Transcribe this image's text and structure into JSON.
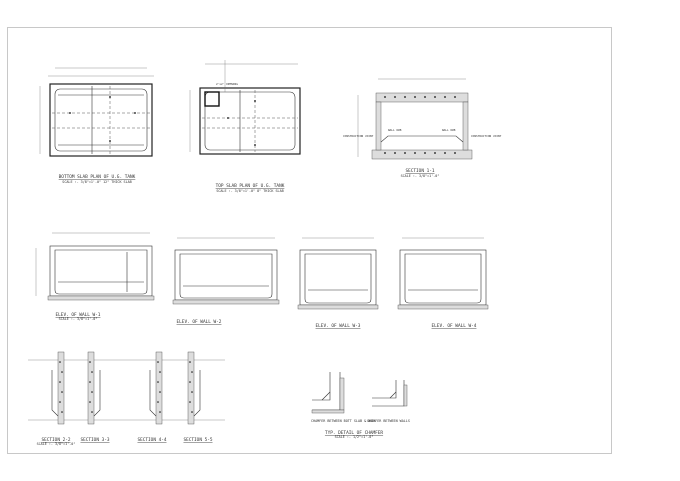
{
  "drawing": {
    "bottom_slab": {
      "title": "BOTTOM SLAB PLAN OF U.G. TANK",
      "scale": "SCALE :- 3/8\"=1'-0\"   12\" THICK SLAB"
    },
    "top_slab": {
      "title": "TOP SLAB PLAN OF U.G. TANK",
      "scale": "SCALE :- 3/8\"=1'-0\"   8\" THICK SLAB",
      "opening_label": "2'x2' OPENING"
    },
    "section_1": {
      "title": "SECTION 1-1",
      "scale": "SCALE :- 3/8\"=1'-0\"",
      "left_note": "CONSTRUCTION JOINT",
      "right_note": "CONSTRUCTION JOINT",
      "wall_left": "WALL 6#8",
      "wall_right": "WALL 6#8"
    },
    "elevations": [
      {
        "title": "ELEV. OF WALL W-1",
        "scale": "SCALE :- 3/8\"=1'-0\""
      },
      {
        "title": "ELEV. OF WALL W-2",
        "scale": ""
      },
      {
        "title": "ELEV. OF WALL W-3",
        "scale": ""
      },
      {
        "title": "ELEV. OF WALL W-4",
        "scale": ""
      }
    ],
    "sections": [
      {
        "title": "SECTION 2-2",
        "scale": "SCALE :- 3/8\"=1'-0\""
      },
      {
        "title": "SECTION 3-3",
        "scale": ""
      },
      {
        "title": "SECTION 4-4",
        "scale": ""
      },
      {
        "title": "SECTION 5-5",
        "scale": ""
      }
    ],
    "chamfer": {
      "left_title": "CHAMFER BETWEEN BOTT SLAB & WALL",
      "right_title": "CHAMFER BETWEEN WALLS",
      "title": "TYP. DETAIL OF CHAMFER",
      "scale": "SCALE :- 1/2\"=1'-0\""
    }
  }
}
